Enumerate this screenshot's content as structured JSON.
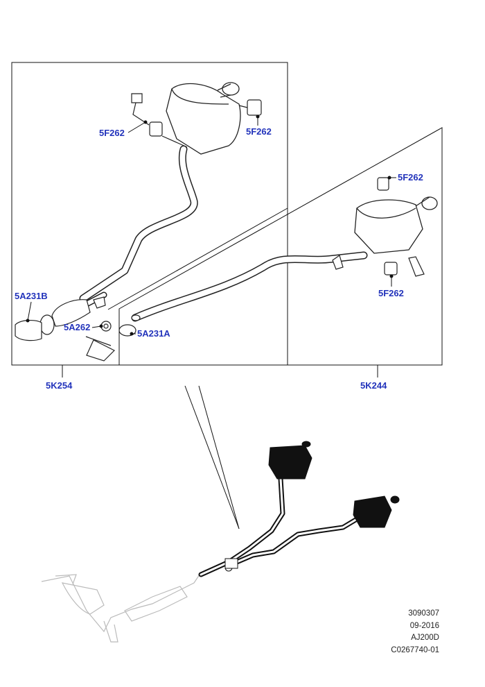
{
  "callouts": {
    "left_upper_clamp": "5F262",
    "left_right_clamp": "5F262",
    "left_front_clamp": "5A231B",
    "left_mount": "5A262",
    "left_assembly": "5K254",
    "right_upper_clamp": "5F262",
    "right_lower_clamp": "5F262",
    "right_front_clamp": "5A231A",
    "right_assembly": "5K244"
  },
  "footer": {
    "code1": "3090307",
    "date": "09-2016",
    "model": "AJ200D",
    "ref": "C0267740-01"
  }
}
